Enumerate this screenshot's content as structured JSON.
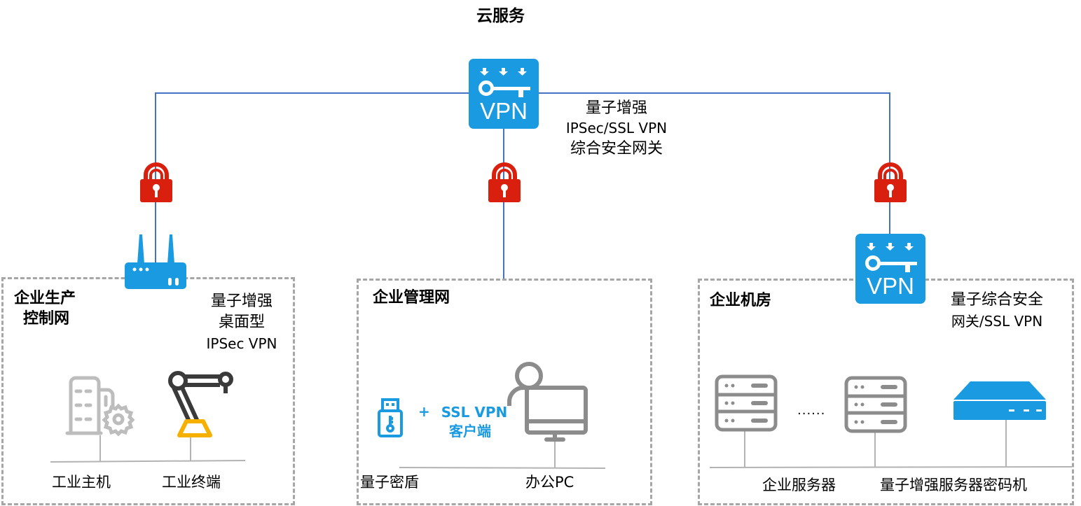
{
  "cloud": {
    "title": "云服务",
    "gateway": {
      "icon": "vpn-key-icon",
      "icon_text": "VPN",
      "label_lines": [
        "量子增强",
        "IPSec/SSL VPN",
        "综合安全网关"
      ]
    }
  },
  "links": [
    {
      "icon": "quantum-lock-icon"
    },
    {
      "icon": "quantum-lock-icon"
    },
    {
      "icon": "quantum-lock-icon"
    }
  ],
  "zones": {
    "production": {
      "title_lines": [
        "企业生产",
        "控制网"
      ],
      "device_label_lines": [
        "量子增强",
        "桌面型",
        "IPSec VPN"
      ],
      "device_icon": "router-icon",
      "nodes": [
        {
          "label": "工业主机",
          "icon": "industrial-host-icon"
        },
        {
          "label": "工业终端",
          "icon": "robot-arm-icon"
        }
      ]
    },
    "management": {
      "title": "企业管理网",
      "client_plus": "+",
      "client_line1": "SSL VPN",
      "client_line2": "客户端",
      "nodes": [
        {
          "label": "量子密盾",
          "icon": "usb-key-icon"
        },
        {
          "label": "办公PC",
          "icon": "office-pc-icon"
        }
      ]
    },
    "datacenter": {
      "title": "企业机房",
      "device_icon": "vpn-key-icon",
      "device_icon_text": "VPN",
      "device_label_lines": [
        "量子综合安全",
        "网关/SSL VPN"
      ],
      "ellipsis": "......",
      "nodes": [
        {
          "label": "企业服务器",
          "icon": "server-icon"
        },
        {
          "label": "量子增强服务器密码机",
          "icon": "crypto-machine-icon"
        }
      ]
    }
  },
  "colors": {
    "line": "#4472c4",
    "accent_blue": "#1a9ae0",
    "lock_red": "#d9200f",
    "zone_border": "#a6a6a6",
    "icon_gray": "#8c8c8c",
    "robot_dark": "#3a3a3a",
    "robot_yellow": "#f5b000"
  }
}
